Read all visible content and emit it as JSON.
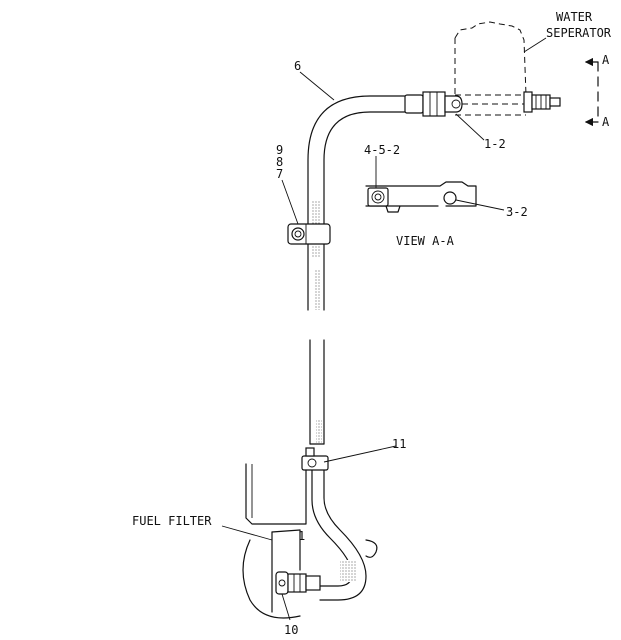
{
  "labels": {
    "water_separator_line1": "WATER",
    "water_separator_line2": "SEPERATOR",
    "section_a_top": "A",
    "section_a_bottom": "A",
    "part_6": "6",
    "part_1_2": "1-2",
    "part_9": "9",
    "part_8": "8",
    "part_7": "7",
    "part_4_5_2": "4-5-2",
    "part_3_2": "3-2",
    "view_aa": "VIEW A-A",
    "part_11": "11",
    "fuel_filter": "FUEL FILTER",
    "part_1": "1",
    "part_10": "10"
  }
}
